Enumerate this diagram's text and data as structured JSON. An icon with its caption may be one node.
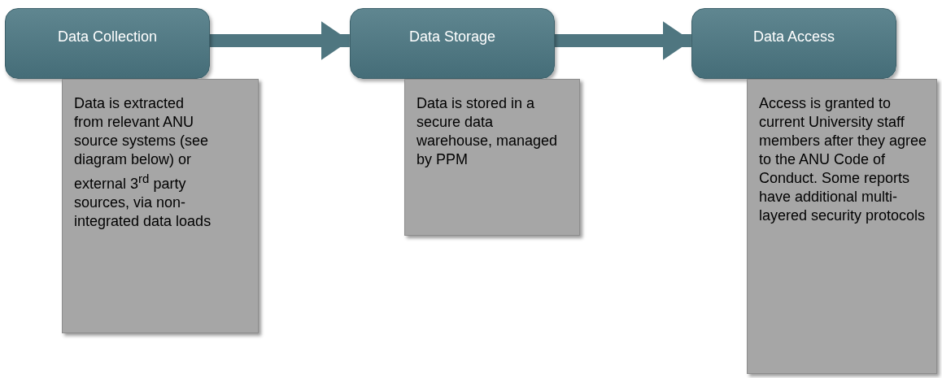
{
  "diagram": {
    "nodes": [
      {
        "text": [
          "Data Collection"
        ]
      },
      {
        "text": [
          "Data is extracted from relevant ANU source systems (see diagram below) or external 3$^{rd}$ party sources, via non-integrated data loads"
        ]
      },
      {
        "text": [
          "Data Storage"
        ]
      },
      {
        "text": [
          "Data is stored in a secure data warehouse, managed by PPM"
        ]
      },
      {
        "text": [
          "Data Access"
        ]
      },
      {
        "text": [
          "Access is granted to current University staff members after they agree to the ANU Code of Conduct. Some reports have additional multi-layered security protocols"
        ]
      }
    ],
    "edges": [
      {
        "from": 0,
        "to": 2,
        "arrow": "to"
      },
      {
        "from": 2,
        "to": 4,
        "arrow": "to"
      }
    ]
  }
}
